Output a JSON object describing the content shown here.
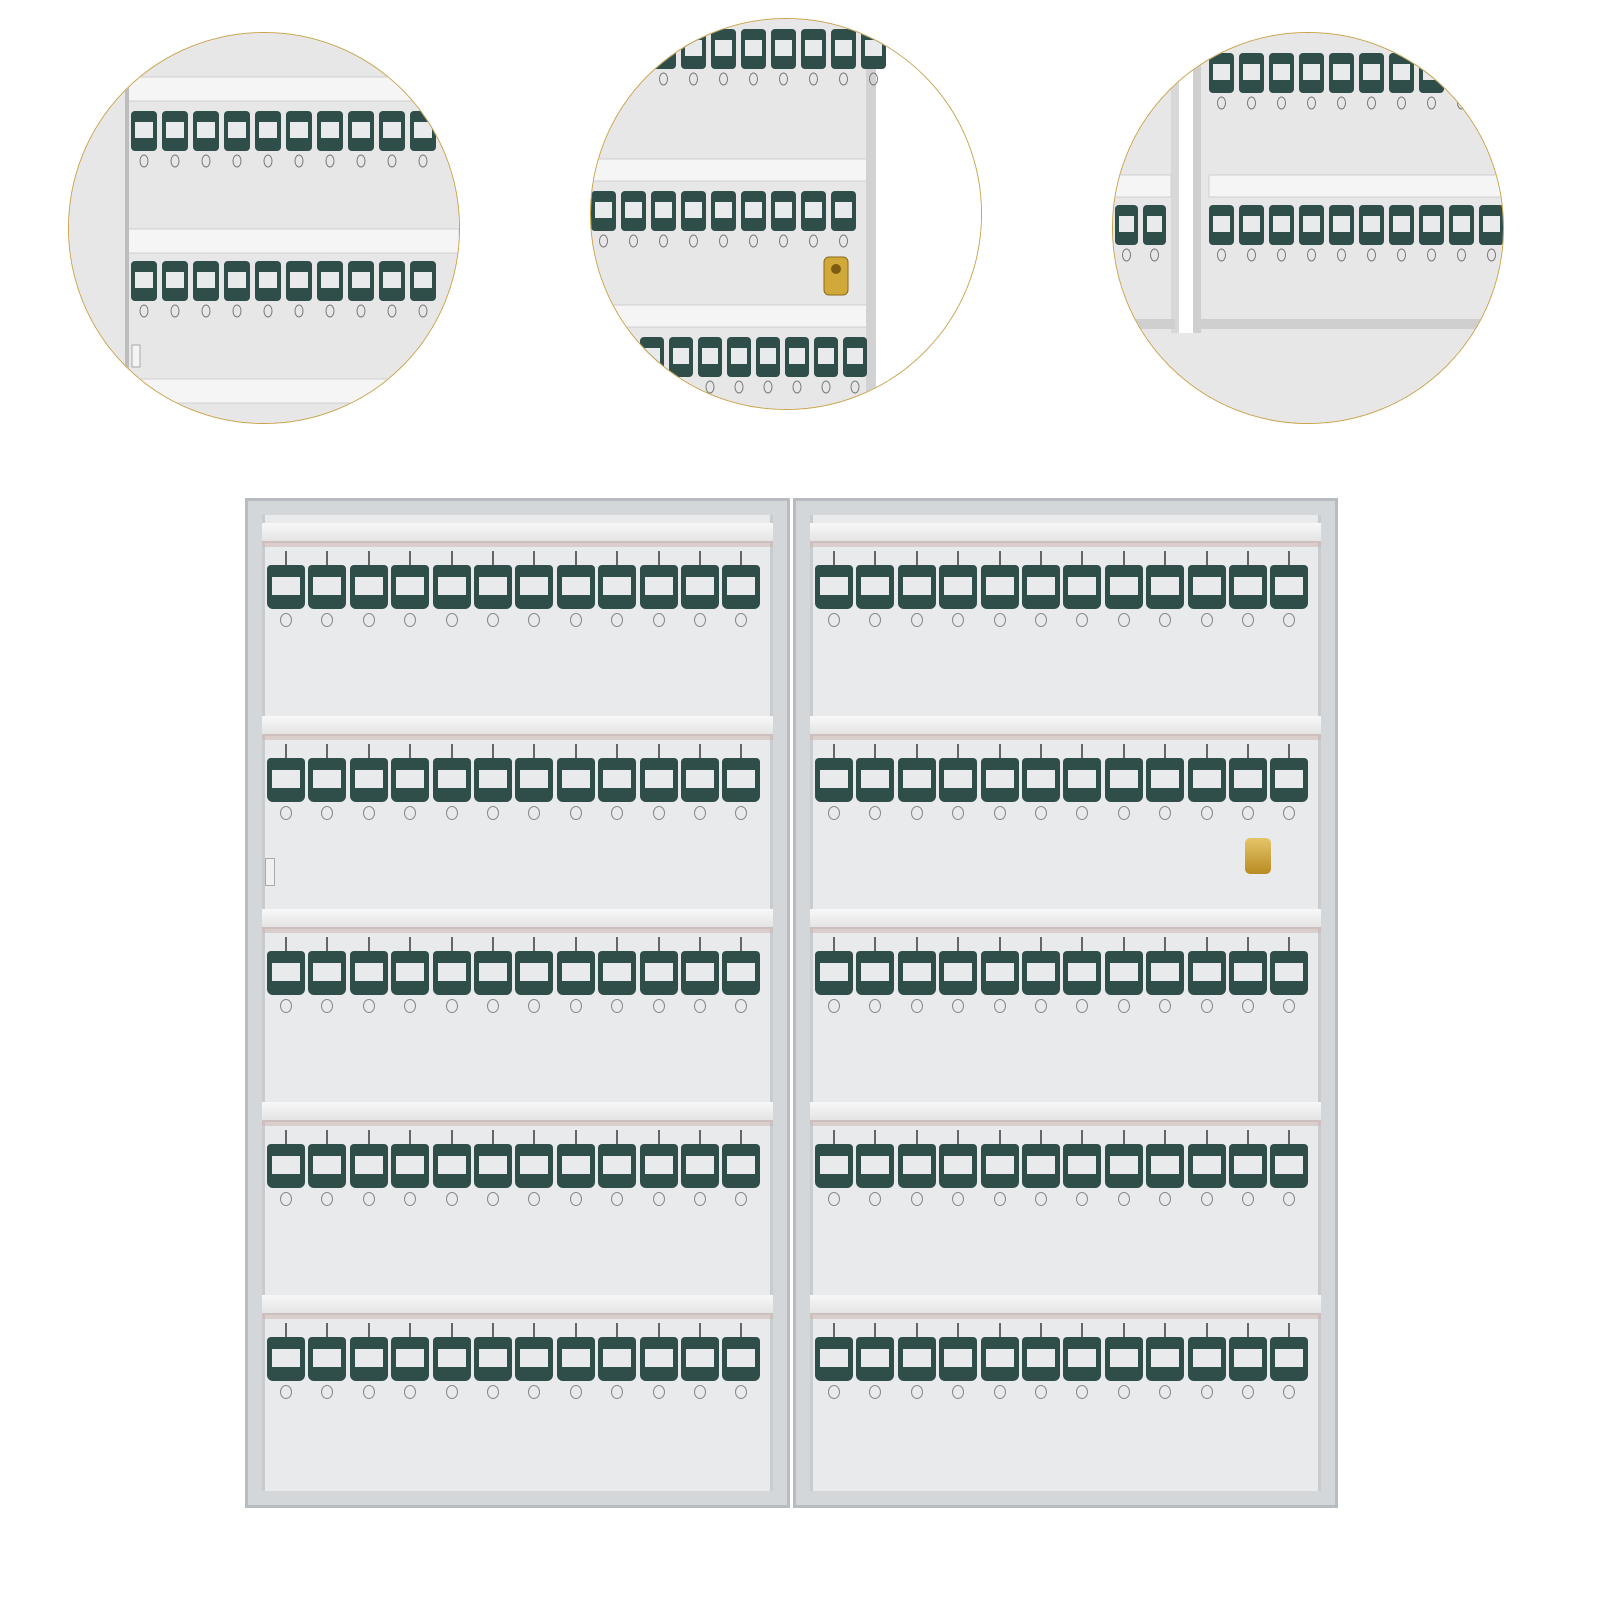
{
  "product": {
    "type": "wall-mounted key cabinet, open double doors",
    "panel_colors": {
      "frame": "#b8bcc0",
      "panel": "#e9eaeb",
      "tag": "#2f4d49",
      "label": "#e8eaec",
      "latch": "#d1a93a",
      "detail_border": "#c8a24a"
    },
    "doors": 2,
    "rows_per_door": 5,
    "keys_per_row": 12,
    "total_key_slots": 120
  },
  "detail_views": [
    "detail-rows-left-door",
    "detail-latch",
    "detail-hinge"
  ]
}
